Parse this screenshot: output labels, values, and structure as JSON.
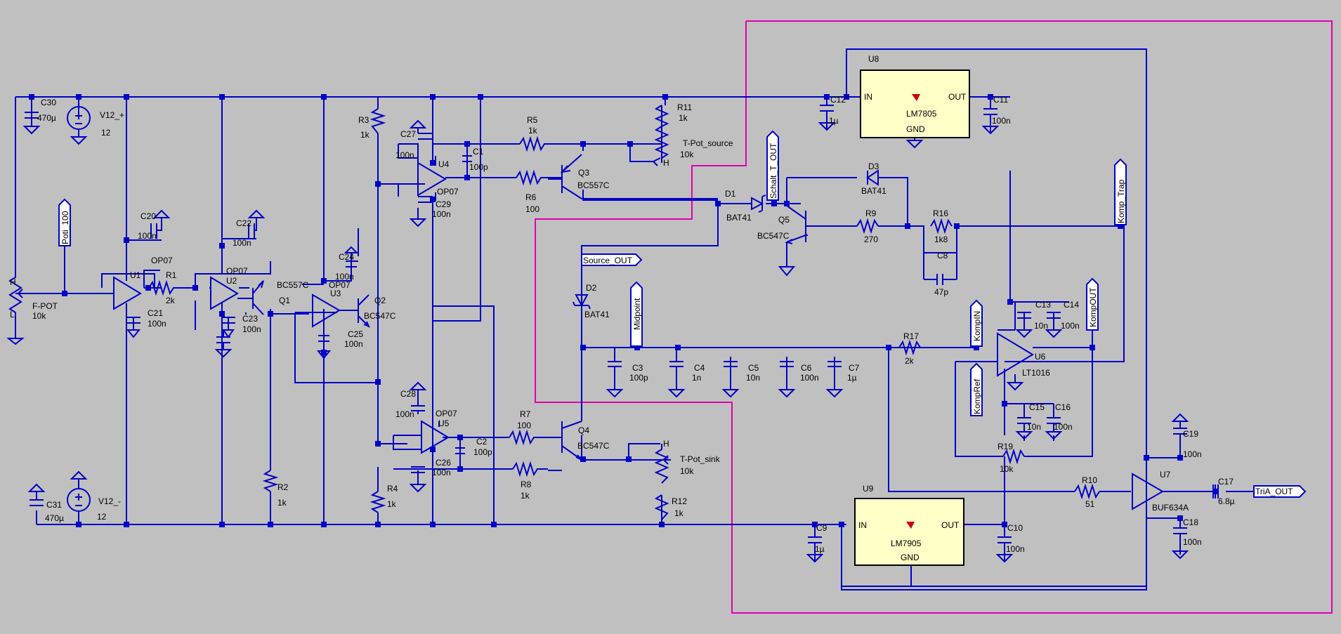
{
  "colors": {
    "wire": "#0000c8",
    "background": "#c0c0c0",
    "region_outline": "#e000b0",
    "regulator_fill": "#ffffc8",
    "logo": "#cc0000"
  },
  "power": {
    "v_pos": {
      "name": "V12_+",
      "value": "12"
    },
    "v_neg": {
      "name": "V12_-",
      "value": "12"
    }
  },
  "capacitors": [
    {
      "ref": "C30",
      "value": "470µ"
    },
    {
      "ref": "C31",
      "value": "470µ"
    },
    {
      "ref": "C20",
      "value": "100n"
    },
    {
      "ref": "C21",
      "value": "100n"
    },
    {
      "ref": "C22",
      "value": "100n"
    },
    {
      "ref": "C23",
      "value": "100n"
    },
    {
      "ref": "C24",
      "value": "100n"
    },
    {
      "ref": "C25",
      "value": "100n"
    },
    {
      "ref": "C27",
      "value": "100n"
    },
    {
      "ref": "C29",
      "value": "100n"
    },
    {
      "ref": "C1",
      "value": "100p"
    },
    {
      "ref": "C28",
      "value": "100n"
    },
    {
      "ref": "C26",
      "value": "100n"
    },
    {
      "ref": "C2",
      "value": "100p"
    },
    {
      "ref": "C3",
      "value": "100p"
    },
    {
      "ref": "C4",
      "value": "1n"
    },
    {
      "ref": "C5",
      "value": "10n"
    },
    {
      "ref": "C6",
      "value": "100n"
    },
    {
      "ref": "C7",
      "value": "1µ"
    },
    {
      "ref": "C8",
      "value": "47p"
    },
    {
      "ref": "C9",
      "value": "1µ"
    },
    {
      "ref": "C10",
      "value": "100n"
    },
    {
      "ref": "C11",
      "value": "100n"
    },
    {
      "ref": "C12",
      "value": "1µ"
    },
    {
      "ref": "C13",
      "value": "10n"
    },
    {
      "ref": "C14",
      "value": "100n"
    },
    {
      "ref": "C15",
      "value": "10n"
    },
    {
      "ref": "C16",
      "value": "100n"
    },
    {
      "ref": "C17",
      "value": "6.8µ"
    },
    {
      "ref": "C18",
      "value": "100n"
    },
    {
      "ref": "C19",
      "value": "100n"
    }
  ],
  "resistors": [
    {
      "ref": "R1",
      "value": "2k"
    },
    {
      "ref": "R2",
      "value": "1k"
    },
    {
      "ref": "R3",
      "value": "1k"
    },
    {
      "ref": "R4",
      "value": "1k"
    },
    {
      "ref": "R5",
      "value": "1k"
    },
    {
      "ref": "R6",
      "value": "100"
    },
    {
      "ref": "R7",
      "value": "100"
    },
    {
      "ref": "R8",
      "value": "1k"
    },
    {
      "ref": "R9",
      "value": "270"
    },
    {
      "ref": "R10",
      "value": "51"
    },
    {
      "ref": "R11",
      "value": "1k"
    },
    {
      "ref": "R12",
      "value": "1k"
    },
    {
      "ref": "R16",
      "value": "1k8"
    },
    {
      "ref": "R17",
      "value": "2k"
    },
    {
      "ref": "R19",
      "value": "10k"
    }
  ],
  "pots": [
    {
      "ref": "F-POT",
      "value": "10k"
    },
    {
      "ref": "T-Pot_source",
      "value": "10k"
    },
    {
      "ref": "T-Pot_sink",
      "value": "10k"
    }
  ],
  "opamps": [
    {
      "ref": "U1",
      "part": "OP07"
    },
    {
      "ref": "U2",
      "part": "OP07"
    },
    {
      "ref": "U3",
      "part": "OP07"
    },
    {
      "ref": "U4",
      "part": "OP07"
    },
    {
      "ref": "U5",
      "part": "OP07"
    },
    {
      "ref": "U6",
      "part": "LT1016"
    },
    {
      "ref": "U7",
      "part": "BUF634A"
    }
  ],
  "transistors": [
    {
      "ref": "Q1",
      "part": "BC557C"
    },
    {
      "ref": "Q2",
      "part": "BC547C"
    },
    {
      "ref": "Q3",
      "part": "BC557C"
    },
    {
      "ref": "Q4",
      "part": "BC547C"
    },
    {
      "ref": "Q5",
      "part": "BC547C"
    }
  ],
  "diodes": [
    {
      "ref": "D1",
      "part": "BAT41"
    },
    {
      "ref": "D2",
      "part": "BAT41"
    },
    {
      "ref": "D3",
      "part": "BAT41"
    }
  ],
  "regulators": [
    {
      "ref": "U8",
      "part": "LM7805",
      "in": "IN",
      "out": "OUT",
      "gnd": "GND"
    },
    {
      "ref": "U9",
      "part": "LM7905",
      "in": "IN",
      "out": "OUT",
      "gnd": "GND"
    }
  ],
  "net_labels": {
    "poti": "Poti_100",
    "schalt": "Schalt_T_OUT",
    "komp_trap": "Komp_Trap",
    "source_out": "Source_OUT",
    "midpoint": "Midpoint",
    "komp_in": "KompIN",
    "komp_out": "KompOUT",
    "komp_ref": "KompRef",
    "tria_out": "TriA_OUT"
  },
  "pin_marks": {
    "high": "H",
    "low": "L"
  }
}
